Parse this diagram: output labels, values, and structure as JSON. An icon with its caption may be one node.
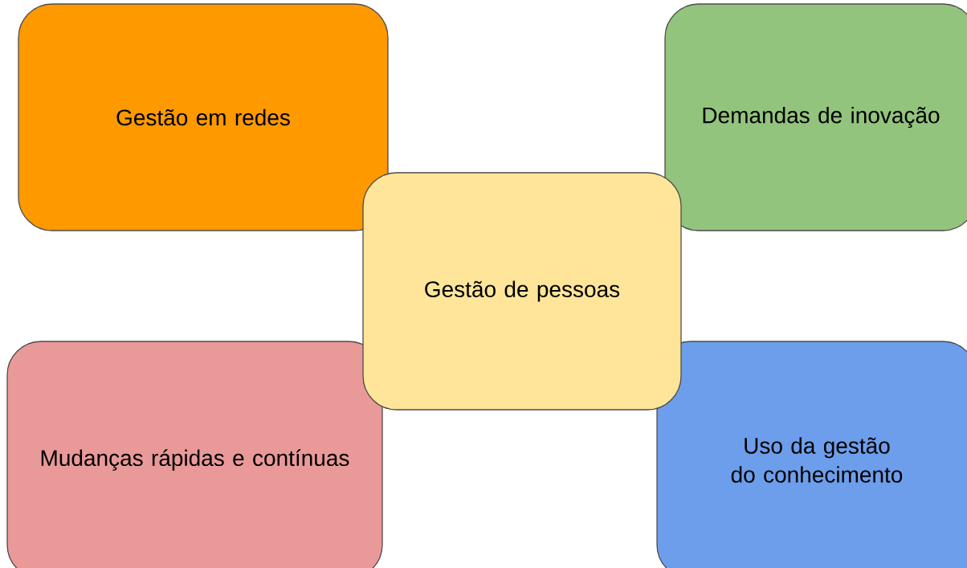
{
  "diagram": {
    "nodes": [
      {
        "text": [
          "Gestão em redes"
        ]
      },
      {
        "text": [
          "Demandas de inovação"
        ]
      },
      {
        "text": [
          "Gestão de pessoas"
        ]
      },
      {
        "text": [
          "Mudanças rápidas e contínuas"
        ]
      },
      {
        "text": [
          "Uso da gestão do conhecimento"
        ]
      }
    ]
  }
}
